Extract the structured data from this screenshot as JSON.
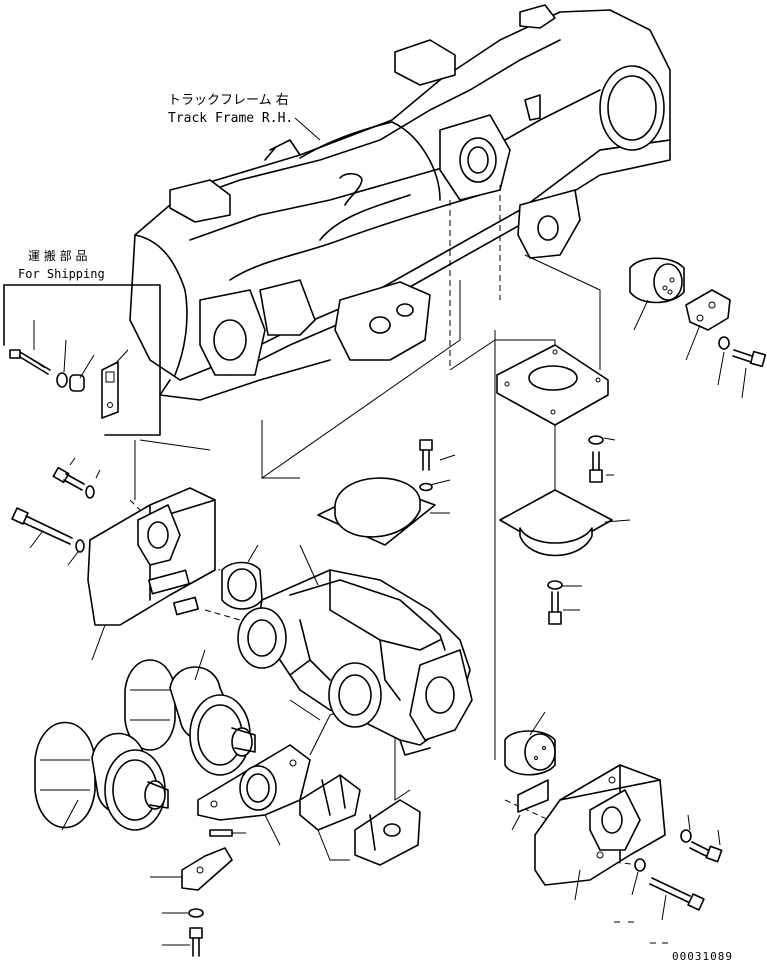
{
  "labels": {
    "track_frame_jp": "トラックフレーム 右",
    "track_frame_en": "Track Frame R.H.",
    "shipping_jp": "運 搬 部 品",
    "shipping_en": "For Shipping",
    "drawing_number": "00031089"
  },
  "icons": [
    "track-frame",
    "bolt",
    "washer",
    "bushing",
    "cap",
    "roller",
    "guard",
    "bracket"
  ]
}
